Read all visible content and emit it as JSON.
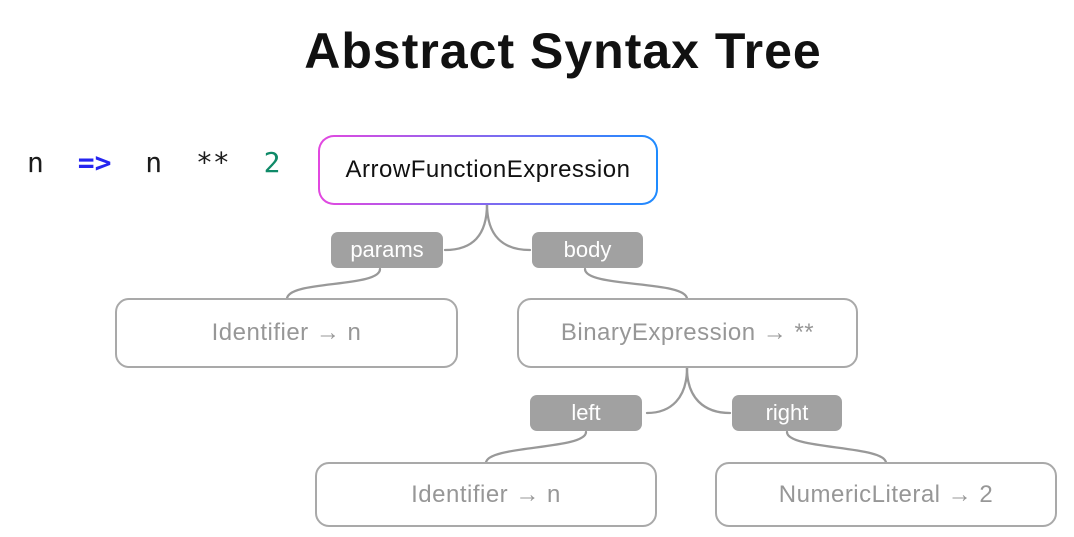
{
  "title": "Abstract Syntax Tree",
  "code": {
    "text": "n => n ** 2",
    "tokens": [
      {
        "text": "n",
        "type": "identifier"
      },
      {
        "text": "=>",
        "type": "arrow-operator"
      },
      {
        "text": "n",
        "type": "identifier"
      },
      {
        "text": "**",
        "type": "operator"
      },
      {
        "text": "2",
        "type": "number"
      }
    ]
  },
  "tree": {
    "root": {
      "label": "ArrowFunctionExpression"
    },
    "children": [
      {
        "edge_label": "params",
        "label": "Identifier → n"
      },
      {
        "edge_label": "body",
        "label": "BinaryExpression → **",
        "children": [
          {
            "edge_label": "left",
            "label": "Identifier → n"
          },
          {
            "edge_label": "right",
            "label": "NumericLiteral → 2"
          }
        ]
      }
    ]
  },
  "colors": {
    "root_border_gradient_start": "#e348e0",
    "root_border_gradient_end": "#1e8bff",
    "edge_gray": "#999999",
    "node_border": "#a9a9a9",
    "node_text": "#979797",
    "edge_label_bg": "#a1a1a1",
    "edge_label_text": "#ffffff",
    "code_identifier_color": "#1c1c1c",
    "code_arrow_color": "#2525f0",
    "code_number_color": "#0f8a68",
    "title_color": "#111111"
  }
}
